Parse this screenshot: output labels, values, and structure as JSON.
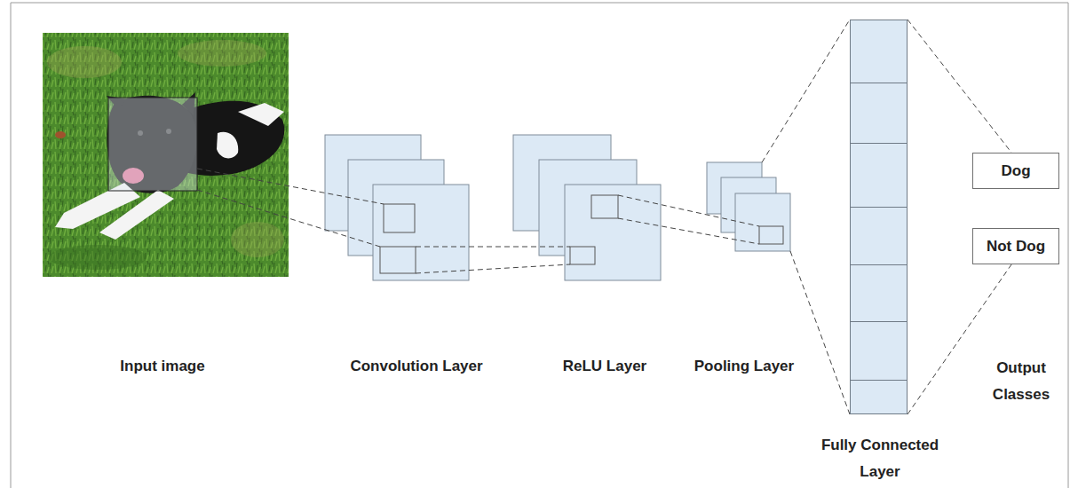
{
  "diagram": {
    "nodes": [
      {
        "text": [
          "Input image"
        ]
      },
      {
        "text": [
          "Convolution Layer"
        ]
      },
      {
        "text": [
          "ReLU Layer"
        ]
      },
      {
        "text": [
          "Pooling Layer"
        ]
      },
      {
        "text": [
          "Fully Connected Layer"
        ]
      },
      {
        "text": [
          "Dog"
        ]
      },
      {
        "text": [
          "Not Dog"
        ]
      }
    ],
    "edges": [
      {
        "from": 3,
        "to": 4,
        "arrow": "none"
      },
      {
        "from": 4,
        "to": 5,
        "arrow": "none"
      },
      {
        "from": 4,
        "to": 6,
        "arrow": "none"
      }
    ],
    "labels": [
      "Output Classes"
    ]
  }
}
